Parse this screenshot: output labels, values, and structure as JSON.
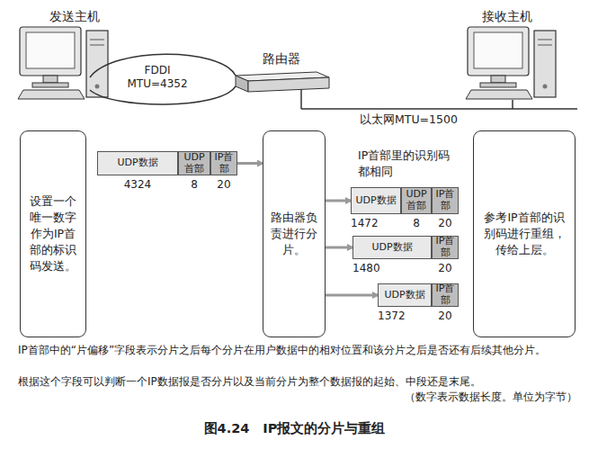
{
  "diagram": {
    "caption": "图4.24　IP报文的分片与重组",
    "nodes": [
      {
        "text": [
          "设置一个唯一数字作为IP首部的标识码发送。"
        ]
      },
      {
        "text": [
          "UDP数据"
        ]
      },
      {
        "text": [
          "UDP首部"
        ]
      },
      {
        "text": [
          "IP首部"
        ]
      },
      {
        "text": [
          "路由器负责进行分片。"
        ]
      },
      {
        "text": [
          "UDP数据"
        ]
      },
      {
        "text": [
          "UDP首部"
        ]
      },
      {
        "text": [
          "IP首部"
        ]
      },
      {
        "text": [
          "UDP数据"
        ]
      },
      {
        "text": [
          "IP首部"
        ]
      },
      {
        "text": [
          "UDP数据"
        ]
      },
      {
        "text": [
          "IP首部"
        ]
      },
      {
        "text": [
          "参考IP首部的识别码进行重组，传给上层。"
        ]
      }
    ],
    "edges": [
      {
        "from": 3,
        "to": 4,
        "arrow": "to"
      },
      {
        "from": 4,
        "to": 5,
        "arrow": "to"
      },
      {
        "from": 4,
        "to": 8,
        "arrow": "to"
      },
      {
        "from": 4,
        "to": 10,
        "arrow": "to"
      }
    ],
    "labels": [
      "发送主机",
      "路由器",
      "接收主机",
      "FDDI MTU=4352",
      "以太网MTU=1500",
      "4324",
      "8",
      "20",
      "IP首部里的识别码都相同",
      "1472",
      "8",
      "20",
      "1480",
      "20",
      "1372",
      "20",
      "IP首部中的“片偏移”字段表示分片之后每个分片在用户数据中的相对位置和该分片之后是否还有后续其他分片。",
      "根据这个字段可以判断一个IP数据报是否分片以及当前分片为整个数据报的起始、中段还是末尾。",
      "（数字表示数据长度。单位为字节）"
    ]
  }
}
